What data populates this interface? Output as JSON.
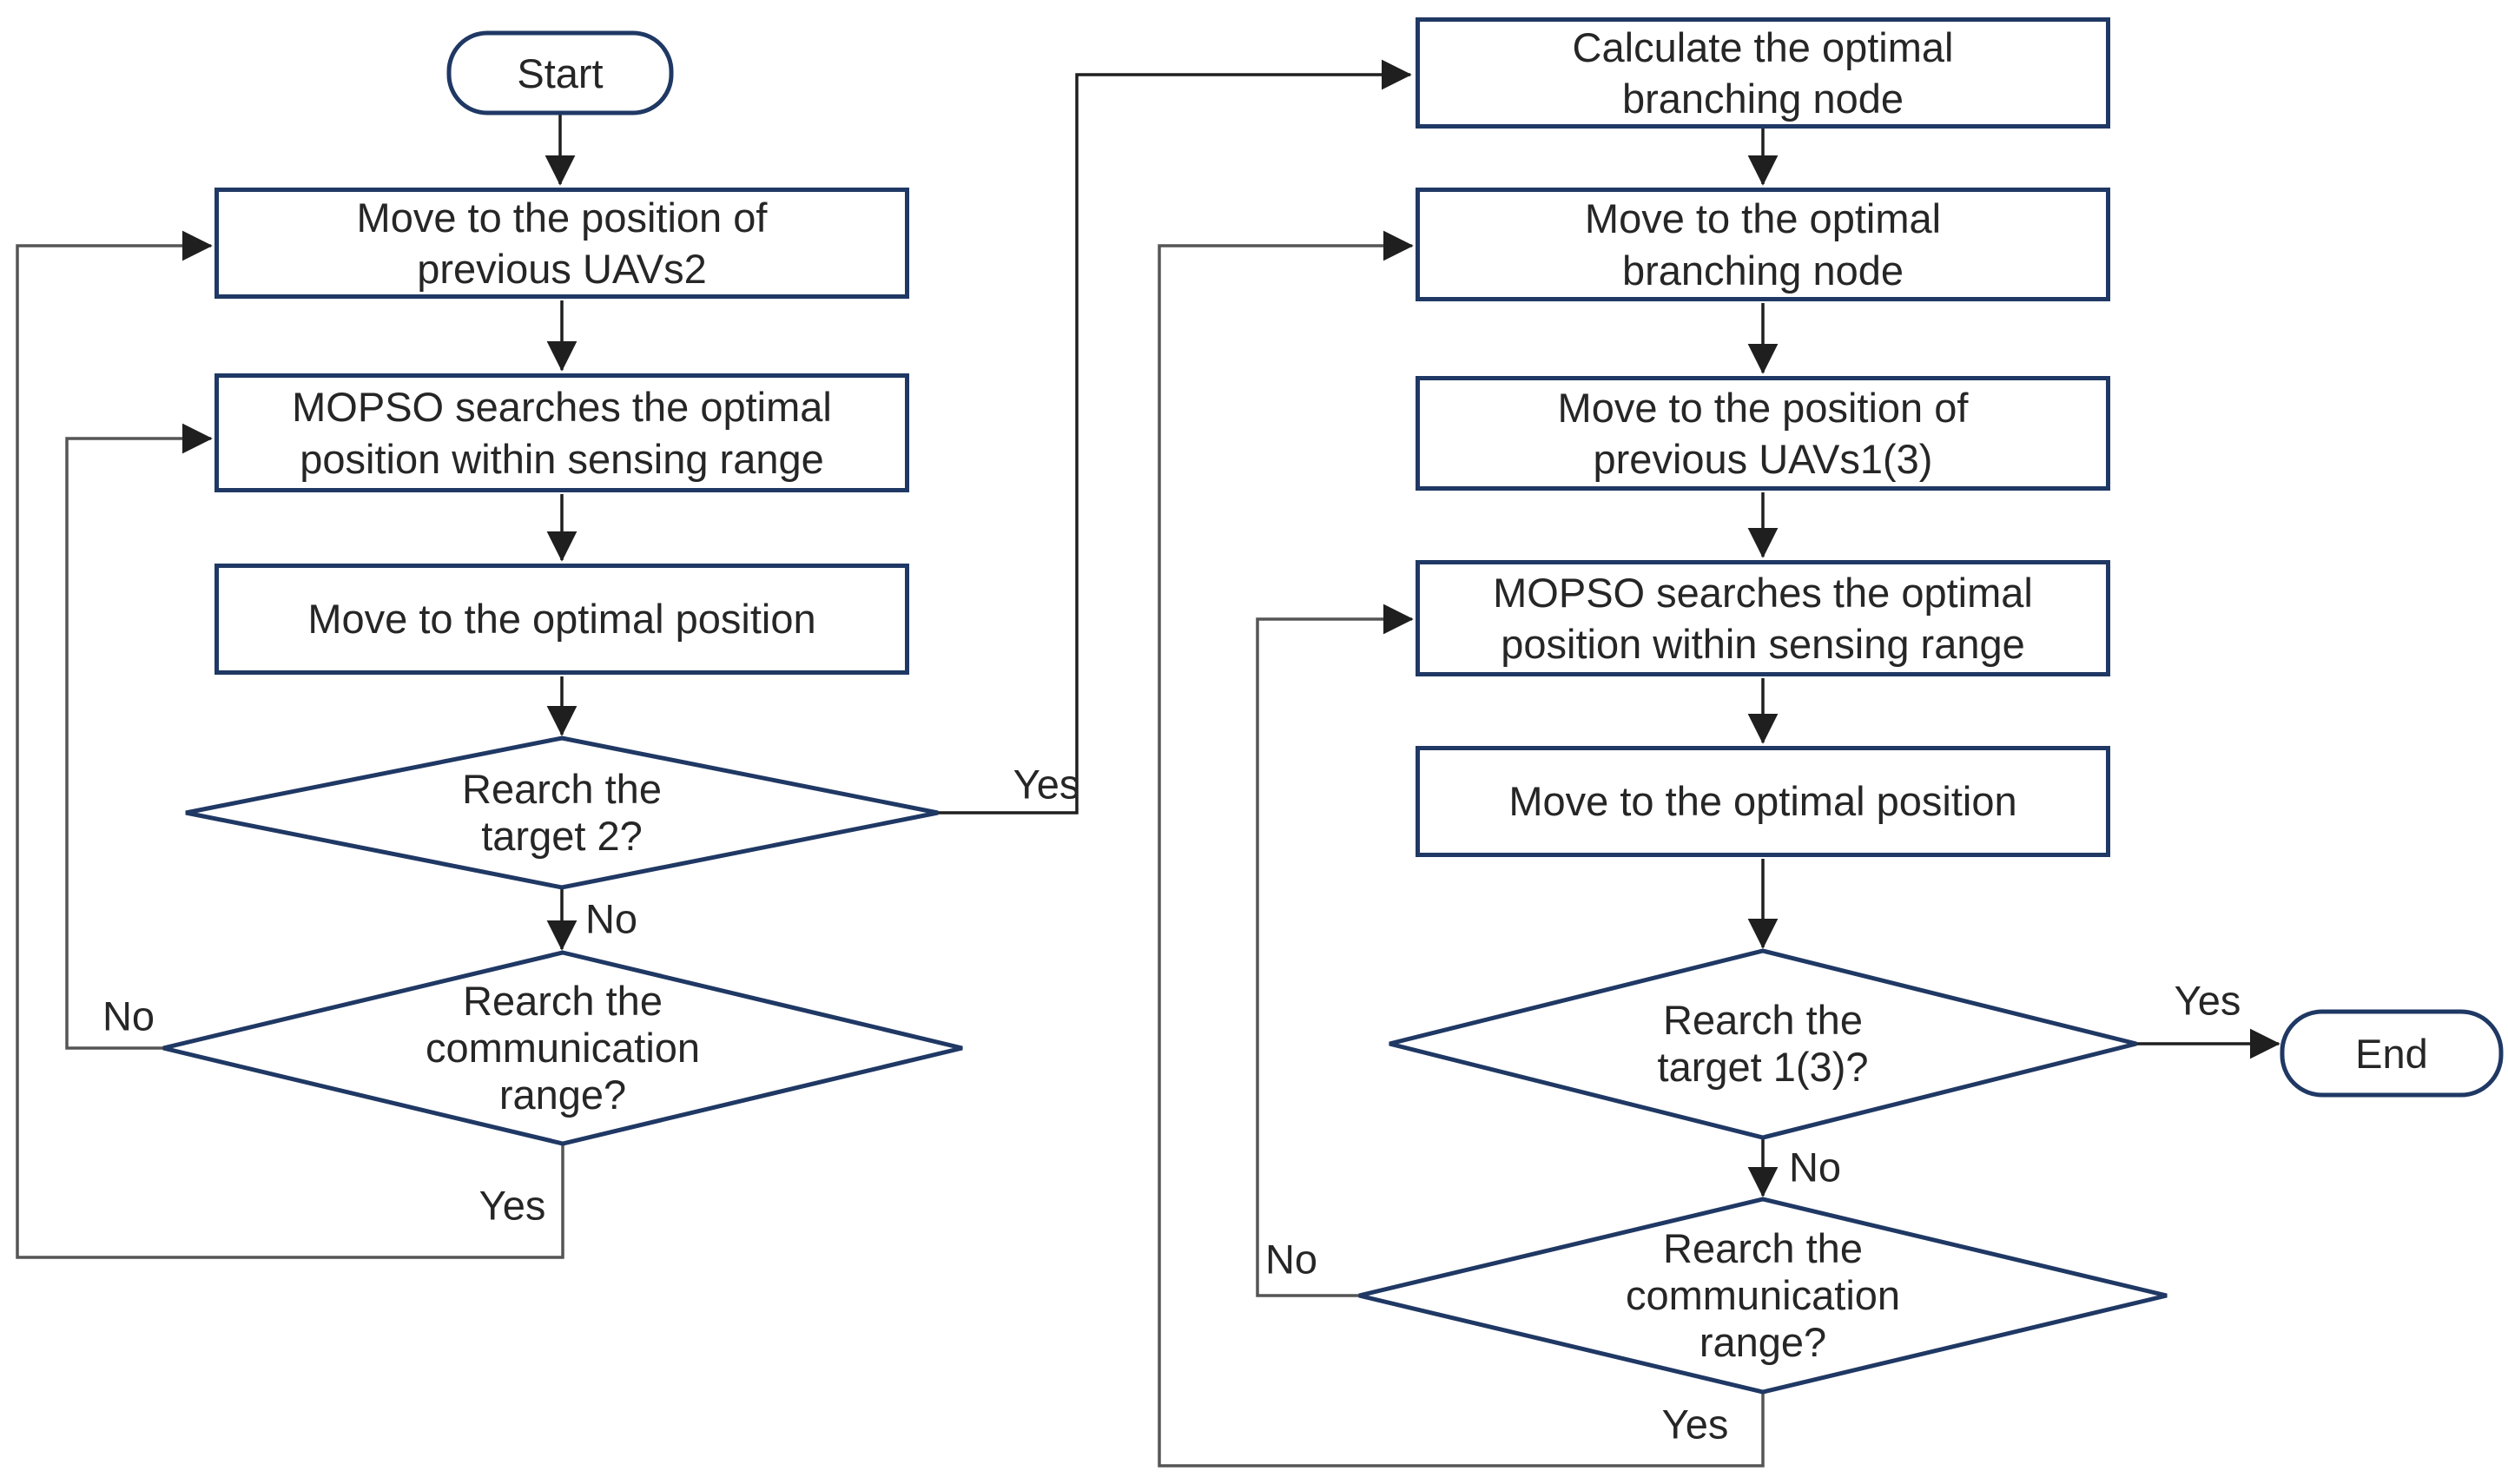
{
  "colors": {
    "shape_border": "#1f3864",
    "arrow": "#1f1f1f",
    "loop_line": "#555555",
    "text": "#262626",
    "background": "#ffffff"
  },
  "nodes": {
    "start": "Start",
    "move_prev_uavs2": "Move to the position of previous UAVs2",
    "mopso_left": "MOPSO searches the optimal position within sensing range",
    "move_optimal_left": "Move to the optimal position",
    "reach_target2": "Rearch the target 2?",
    "comm_range_left": "Rearch the communication range?",
    "calc_branching": "Calculate the optimal branching node",
    "move_branching": "Move to the optimal branching node",
    "move_prev_uavs13": "Move to the position of previous UAVs1(3)",
    "mopso_right": "MOPSO searches the optimal position within sensing range",
    "move_optimal_right": "Move to the optimal position",
    "reach_target13": "Rearch the target 1(3)?",
    "comm_range_right": "Rearch the communication range?",
    "end": "End"
  },
  "edge_labels": {
    "target2_yes": "Yes",
    "target2_no": "No",
    "comm_left_no": "No",
    "comm_left_yes": "Yes",
    "target13_yes": "Yes",
    "target13_no": "No",
    "comm_right_no": "No",
    "comm_right_yes": "Yes"
  }
}
